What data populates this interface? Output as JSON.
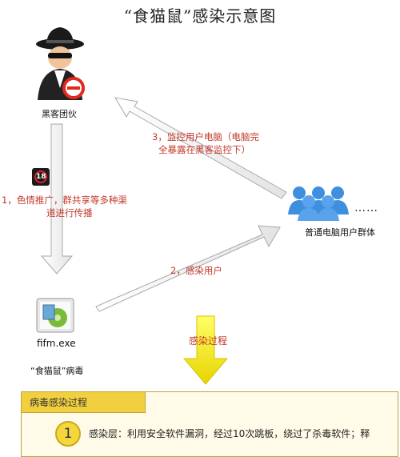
{
  "title": "“食猫鼠”感染示意图",
  "hacker": {
    "label": "黑客团伙",
    "icon": "hacker-spy-icon"
  },
  "users": {
    "label": "普通电脑用户群体",
    "icon": "user-group-icon",
    "more": "……"
  },
  "virus": {
    "file_label": "fifm.exe",
    "caption": "“食猫鼠”病毒",
    "icon": "exe-installer-icon",
    "badge": "18"
  },
  "steps": {
    "step1": [
      "1，色情推广，群共享等多种渠",
      "道进行传播"
    ],
    "step2": "2，感染用户",
    "step3": [
      "3，监控用户电脑（电脑完",
      "全暴露在黑客监控下）"
    ]
  },
  "infection_arrow_label": "感染过程",
  "process": {
    "header": "病毒感染过程",
    "items": [
      {
        "number": "1",
        "text": "感染层：利用安全软件漏洞，经过10次跳板，绕过了杀毒软件；释"
      }
    ]
  },
  "colors": {
    "red_text": "#c0392b",
    "yellow_arrow": "#f5e400",
    "box_head": "#f2cf3f",
    "user_blue": "#3f8fe0"
  }
}
